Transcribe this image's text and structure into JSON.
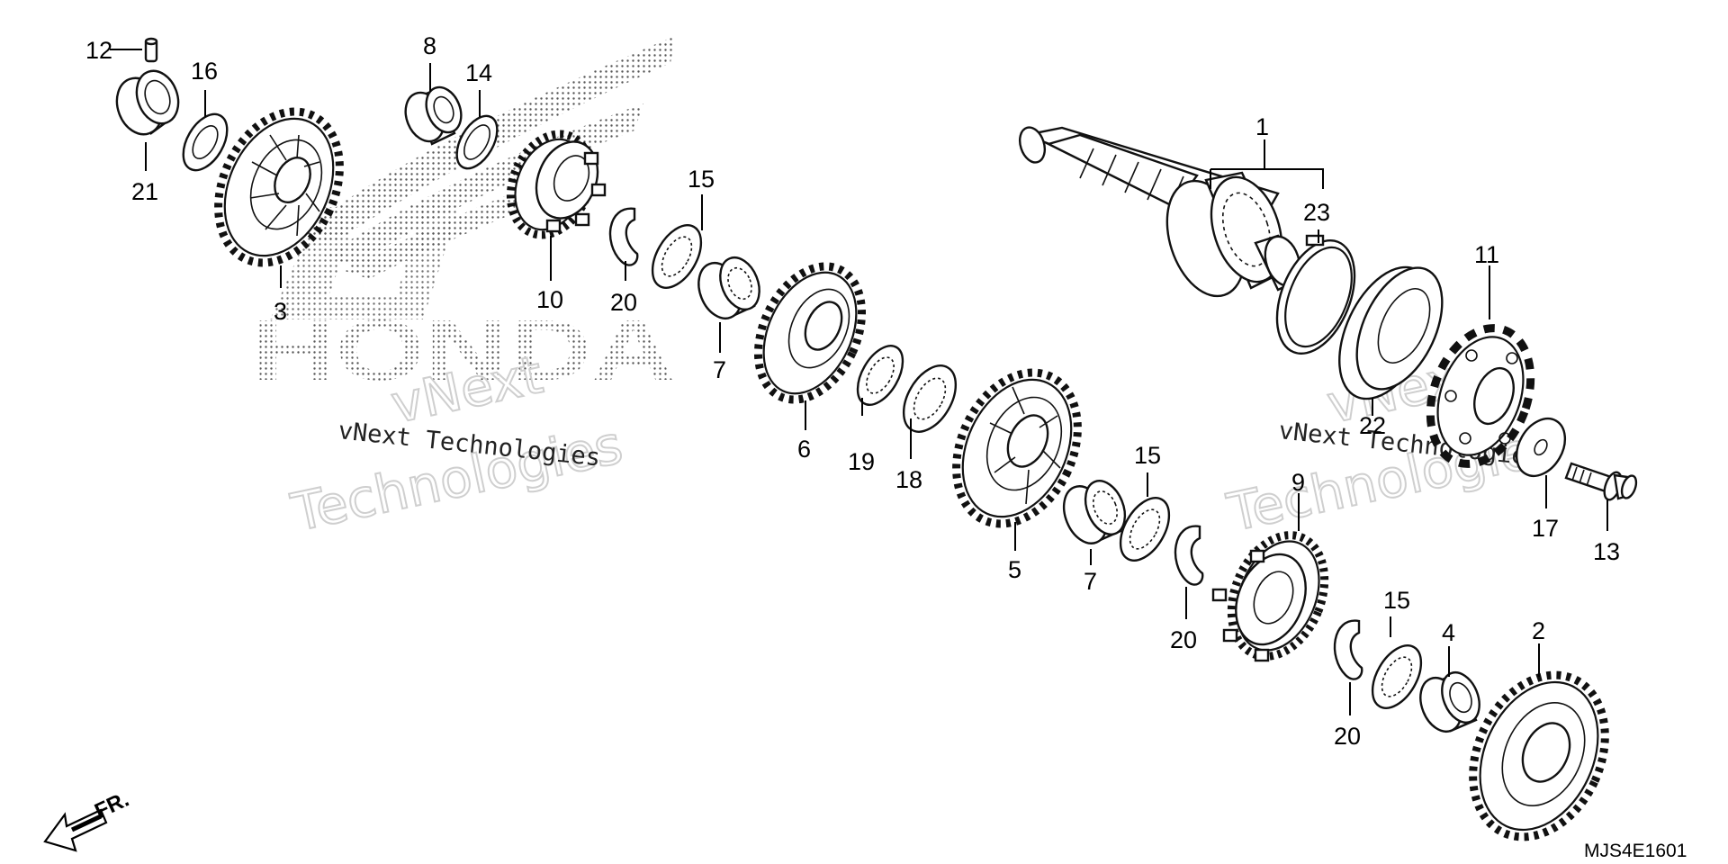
{
  "watermark": {
    "brand": "HONDA",
    "company": "vNext Technologies",
    "company_split": [
      "vNext",
      "Technologies"
    ]
  },
  "callouts": [
    "1",
    "2",
    "3",
    "4",
    "5",
    "6",
    "7",
    "7",
    "8",
    "9",
    "10",
    "11",
    "12",
    "13",
    "14",
    "15",
    "15",
    "15",
    "16",
    "17",
    "18",
    "19",
    "20",
    "20",
    "20",
    "21",
    "22",
    "23"
  ],
  "direction_label": "FR.",
  "diagram_code": "MJS4E1601"
}
